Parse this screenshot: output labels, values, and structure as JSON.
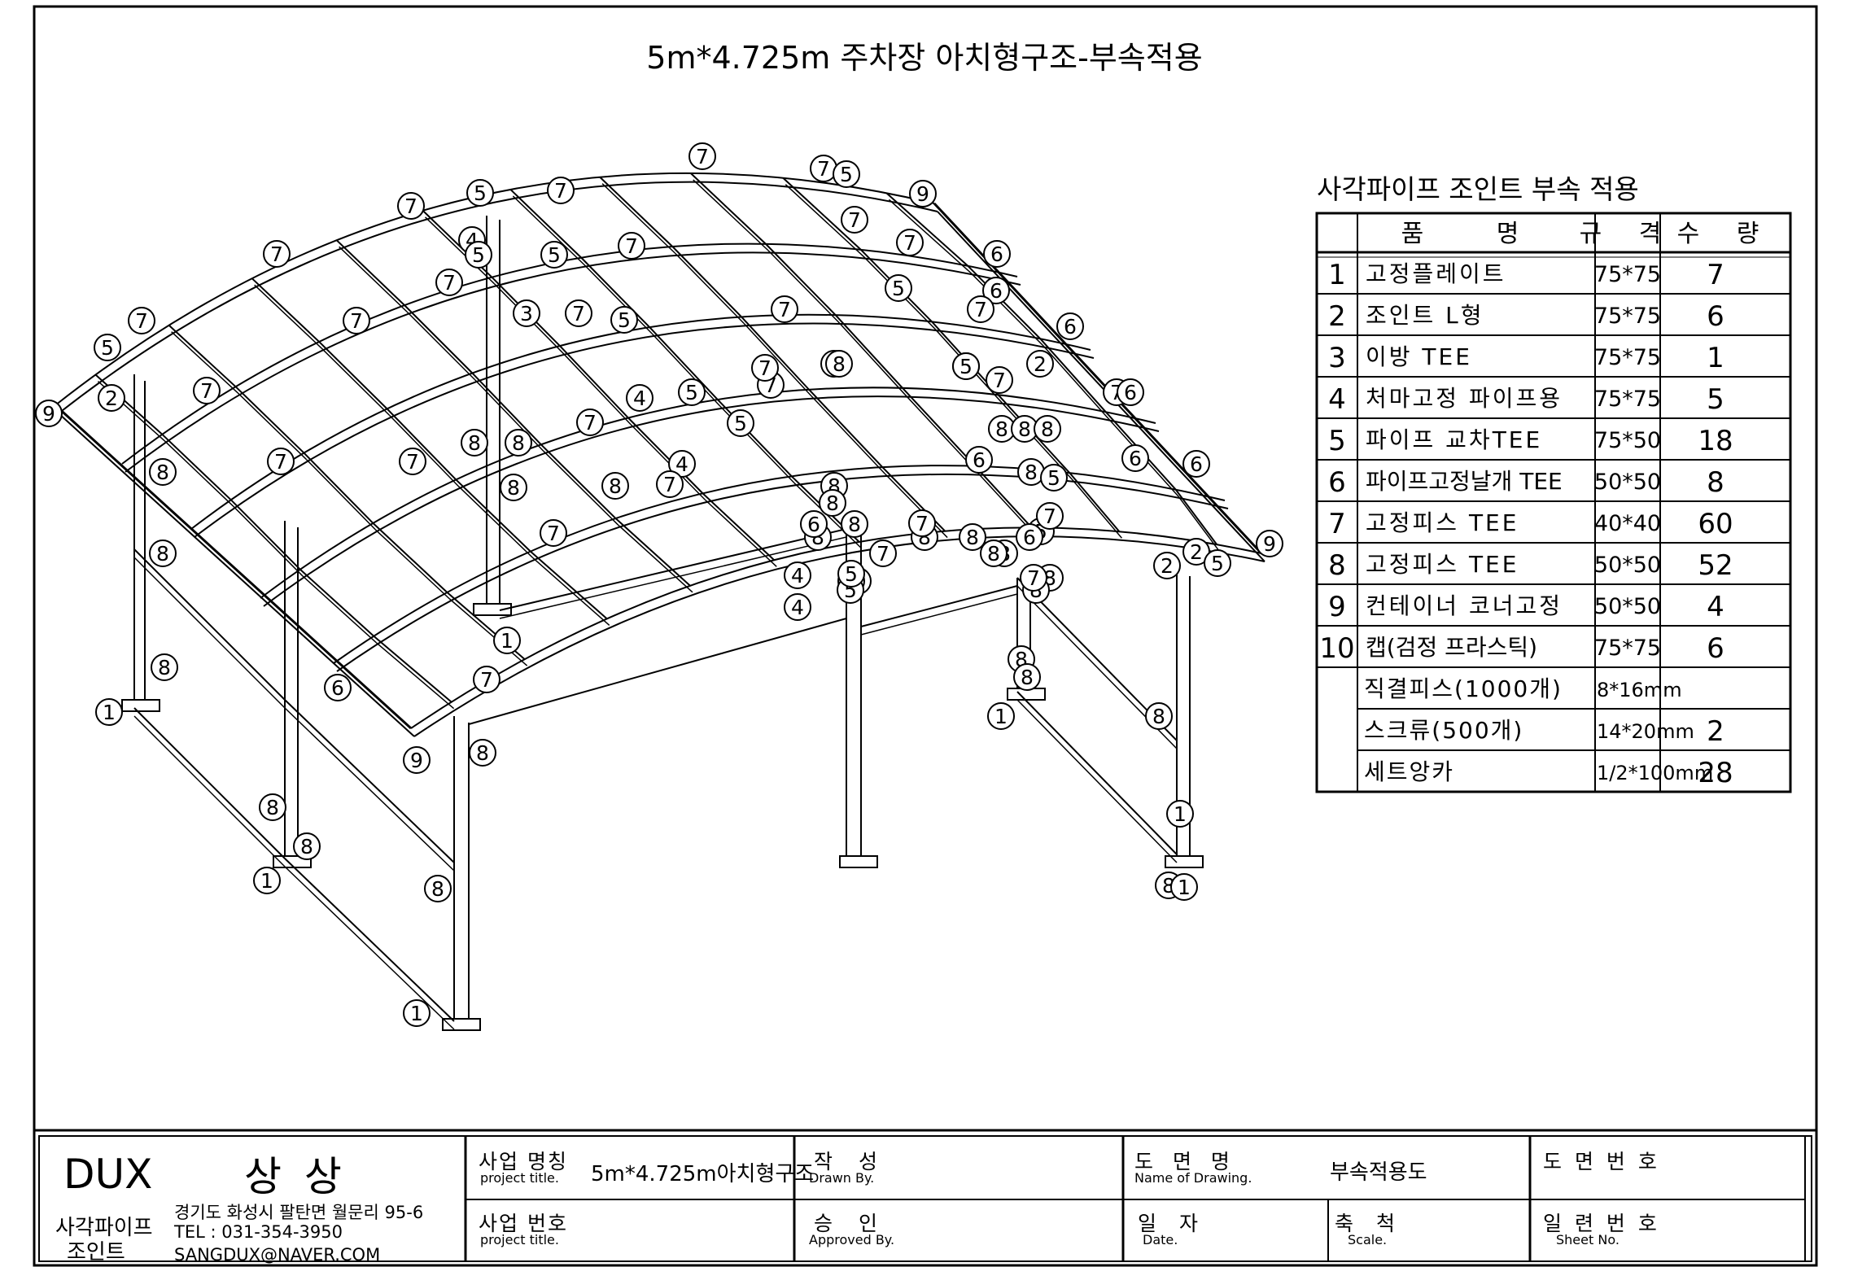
{
  "drawing": {
    "title": "5m*4.725m 주차장 아치형구조-부속적용"
  },
  "bom": {
    "caption": "사각파이프 조인트 부속 적용",
    "headers": {
      "name": "품 명",
      "spec": "규 격",
      "qty": "수 량"
    },
    "rows": [
      {
        "no": "1",
        "name": "고정플레이트",
        "spec": "75*75",
        "qty": "7"
      },
      {
        "no": "2",
        "name": "조인트 L형",
        "spec": "75*75",
        "qty": "6"
      },
      {
        "no": "3",
        "name": "이방 TEE",
        "spec": "75*75",
        "qty": "1"
      },
      {
        "no": "4",
        "name": "처마고정 파이프용",
        "spec": "75*75",
        "qty": "5"
      },
      {
        "no": "5",
        "name": "파이프 교차TEE",
        "spec": "75*50",
        "qty": "18"
      },
      {
        "no": "6",
        "name": "파이프고정날개 TEE",
        "spec": "50*50",
        "qty": "8"
      },
      {
        "no": "7",
        "name": "고정피스 TEE",
        "spec": "40*40",
        "qty": "60"
      },
      {
        "no": "8",
        "name": "고정피스 TEE",
        "spec": "50*50",
        "qty": "52"
      },
      {
        "no": "9",
        "name": "컨테이너 코너고정",
        "spec": "50*50",
        "qty": "4"
      },
      {
        "no": "10",
        "name": "캡(검정 프라스틱)",
        "spec": "75*75",
        "qty": "6"
      }
    ],
    "extras": [
      {
        "name": "직결피스(1000개)",
        "spec": "8*16mm",
        "qty": ""
      },
      {
        "name": "스크류(500개)",
        "spec": "14*20mm",
        "qty": "2"
      },
      {
        "name": "세트앙카",
        "spec": "1/2*100mm",
        "qty": "28"
      }
    ]
  },
  "title_block": {
    "brand": "DUX",
    "company": "상 상",
    "company_sub_line1": "사각파이프",
    "company_sub_line2": "조인트",
    "address": "경기도 화성시 팔탄면 월문리 95-6",
    "tel": "TEL : 031-354-3950",
    "email": "SANGDUX@NAVER.COM",
    "project_name_label": "사업 명칭",
    "project_name_label_en": "project title.",
    "project_name_value": "5m*4.725m아치형구조",
    "project_no_label": "사업 번호",
    "project_no_label_en": "project title.",
    "drawn_label": "작 성",
    "drawn_label_en": "Drawn By.",
    "approved_label": "승 인",
    "approved_label_en": "Approved By.",
    "drawing_name_label": "도 면 명",
    "drawing_name_label_en": "Name of Drawing.",
    "drawing_name_value": "부속적용도",
    "date_label": "일 자",
    "date_label_en": "Date.",
    "scale_label": "축 척",
    "scale_label_en": "Scale.",
    "drawing_no_label": "도 면 번 호",
    "sheet_no_label": "일 련 번 호",
    "sheet_no_label_en": "Sheet No."
  },
  "callouts": [
    "7",
    "7",
    "5",
    "7",
    "7",
    "5",
    "9",
    "4",
    "7",
    "6",
    "7",
    "7",
    "5",
    "7",
    "7",
    "5",
    "6",
    "5",
    "7",
    "3",
    "7",
    "5",
    "7",
    "6",
    "7",
    "2",
    "7",
    "6",
    "9",
    "2",
    "7",
    "8",
    "7",
    "5",
    "4",
    "5",
    "7",
    "6",
    "7",
    "6",
    "8",
    "8",
    "7",
    "8",
    "8",
    "8",
    "8",
    "7",
    "5",
    "4",
    "7",
    "5",
    "8",
    "8",
    "5",
    "2",
    "6",
    "7",
    "7",
    "7",
    "8",
    "8",
    "7",
    "8",
    "7",
    "2",
    "5",
    "9",
    "5",
    "6",
    "8",
    "8",
    "7",
    "8",
    "8",
    "4",
    "5",
    "1",
    "4",
    "7",
    "8",
    "8",
    "6",
    "5",
    "8",
    "8",
    "2",
    "7",
    "6",
    "8",
    "5",
    "8",
    "7",
    "8",
    "8",
    "8",
    "1",
    "9",
    "8",
    "1",
    "8",
    "8",
    "8",
    "1",
    "8",
    "1",
    "8",
    "1",
    "1"
  ]
}
